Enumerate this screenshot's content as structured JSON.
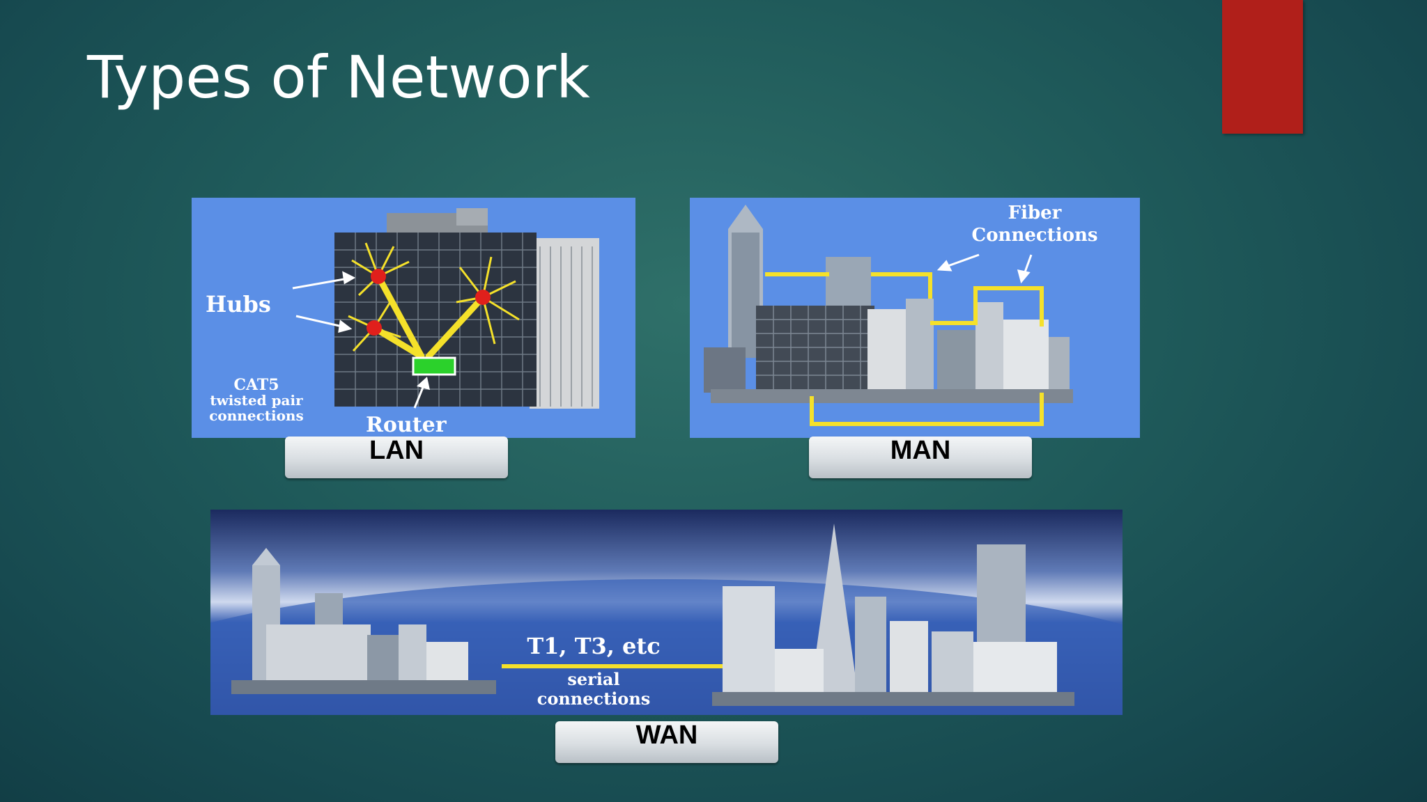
{
  "slide": {
    "title": "Types of Network",
    "accent_color": "#b01f1a"
  },
  "lan": {
    "label": "LAN",
    "annotations": {
      "hubs": "Hubs",
      "cat5_line1": "CAT5",
      "cat5_line2": "twisted pair",
      "cat5_line3": "connections",
      "router": "Router"
    }
  },
  "man": {
    "label": "MAN",
    "annotations": {
      "fiber_line1": "Fiber",
      "fiber_line2": "Connections"
    }
  },
  "wan": {
    "label": "WAN",
    "annotations": {
      "t_lines": "T1, T3, etc",
      "serial_line1": "serial",
      "serial_line2": "connections"
    }
  }
}
